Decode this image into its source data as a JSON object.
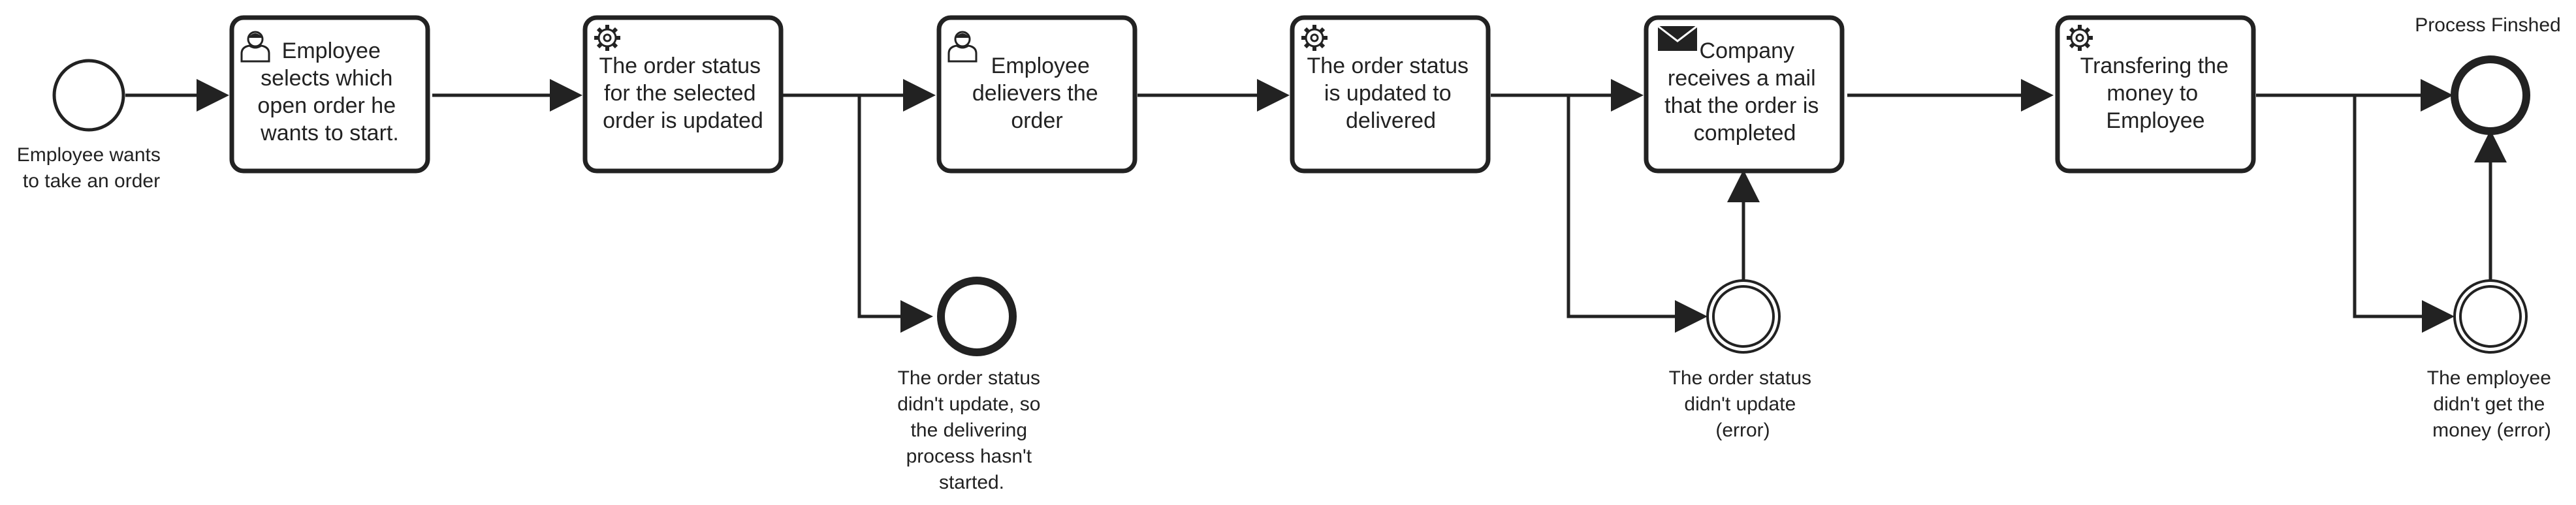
{
  "start_event": {
    "label": [
      "Employee wants",
      "to take an order"
    ]
  },
  "tasks": [
    {
      "type": "user",
      "icon": "user-icon",
      "label": [
        "Employee",
        "selects which",
        "open order he",
        "wants to start."
      ]
    },
    {
      "type": "service",
      "icon": "gear-icon",
      "label": [
        "The order status",
        "for the selected",
        "order is updated"
      ]
    },
    {
      "type": "user",
      "icon": "user-icon",
      "label": [
        "Employee",
        "delievers the",
        "order"
      ]
    },
    {
      "type": "service",
      "icon": "gear-icon",
      "label": [
        "The order status",
        "is updated to",
        "delivered"
      ]
    },
    {
      "type": "send",
      "icon": "envelope-icon",
      "label": [
        "Company",
        "receives a mail",
        "that the order is",
        "completed"
      ]
    },
    {
      "type": "service",
      "icon": "gear-icon",
      "label": [
        "Transfering the",
        "money to",
        "Employee"
      ]
    }
  ],
  "end_events": [
    {
      "label": [
        "The order status",
        "didn't update, so",
        "the delivering",
        "process hasn't",
        "started."
      ]
    },
    {
      "label": [
        "Process Finshed"
      ]
    }
  ],
  "intermediate_events": [
    {
      "label": [
        "The order status",
        "didn't update",
        "(error)"
      ]
    },
    {
      "label": [
        "The employee",
        "didn't get the",
        "money (error)"
      ]
    }
  ],
  "colors": {
    "stroke": "#222222",
    "fill": "#ffffff"
  }
}
